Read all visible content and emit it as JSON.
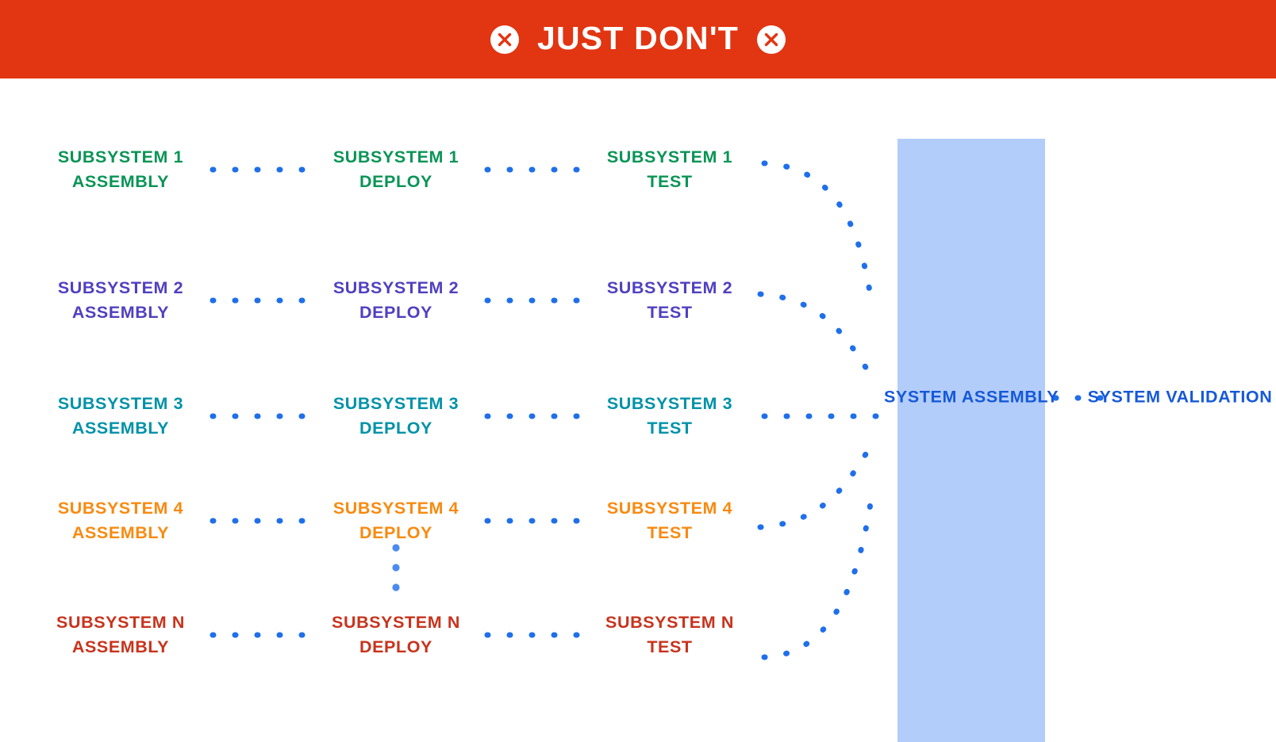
{
  "banner": {
    "title": "JUST DON'T",
    "background_color": "#e23511",
    "text_color": "#ffffff",
    "left_icon": "circle-x-icon",
    "right_icon": "circle-x-icon"
  },
  "diagram": {
    "connector_color": "#1f6feb",
    "connector_style": "dotted",
    "stage_columns": [
      "ASSEMBLY",
      "DEPLOY",
      "TEST"
    ],
    "rows": [
      {
        "id": "subsystem-1",
        "color": "#0a9456",
        "cells": [
          {
            "line1": "SUBSYSTEM 1",
            "line2": "ASSEMBLY"
          },
          {
            "line1": "SUBSYSTEM 1",
            "line2": "DEPLOY"
          },
          {
            "line1": "SUBSYSTEM 1",
            "line2": "TEST"
          }
        ]
      },
      {
        "id": "subsystem-2",
        "color": "#5040c0",
        "cells": [
          {
            "line1": "SUBSYSTEM 2",
            "line2": "ASSEMBLY"
          },
          {
            "line1": "SUBSYSTEM 2",
            "line2": "DEPLOY"
          },
          {
            "line1": "SUBSYSTEM 2",
            "line2": "TEST"
          }
        ]
      },
      {
        "id": "subsystem-3",
        "color": "#0092a8",
        "cells": [
          {
            "line1": "SUBSYSTEM 3",
            "line2": "ASSEMBLY"
          },
          {
            "line1": "SUBSYSTEM 3",
            "line2": "DEPLOY"
          },
          {
            "line1": "SUBSYSTEM 3",
            "line2": "TEST"
          }
        ]
      },
      {
        "id": "subsystem-4",
        "color": "#f88a10",
        "cells": [
          {
            "line1": "SUBSYSTEM 4",
            "line2": "ASSEMBLY"
          },
          {
            "line1": "SUBSYSTEM 4",
            "line2": "DEPLOY"
          },
          {
            "line1": "SUBSYSTEM 4",
            "line2": "TEST"
          }
        ]
      },
      {
        "id": "subsystem-n",
        "color": "#c8331c",
        "cells": [
          {
            "line1": "SUBSYSTEM N",
            "line2": "ASSEMBLY"
          },
          {
            "line1": "SUBSYSTEM N",
            "line2": "DEPLOY"
          },
          {
            "line1": "SUBSYSTEM N",
            "line2": "TEST"
          }
        ]
      }
    ],
    "vertical_ellipsis": {
      "dots": 3,
      "color": "#4a8bf0"
    },
    "system_assembly": {
      "line1": "SYSTEM",
      "line2": "ASSEMBLY",
      "box_color": "#b3cdfa",
      "text_color": "#1659d8"
    },
    "system_validation": {
      "line1": "SYSTEM",
      "line2": "VALIDATION",
      "text_color": "#1659d8"
    }
  }
}
